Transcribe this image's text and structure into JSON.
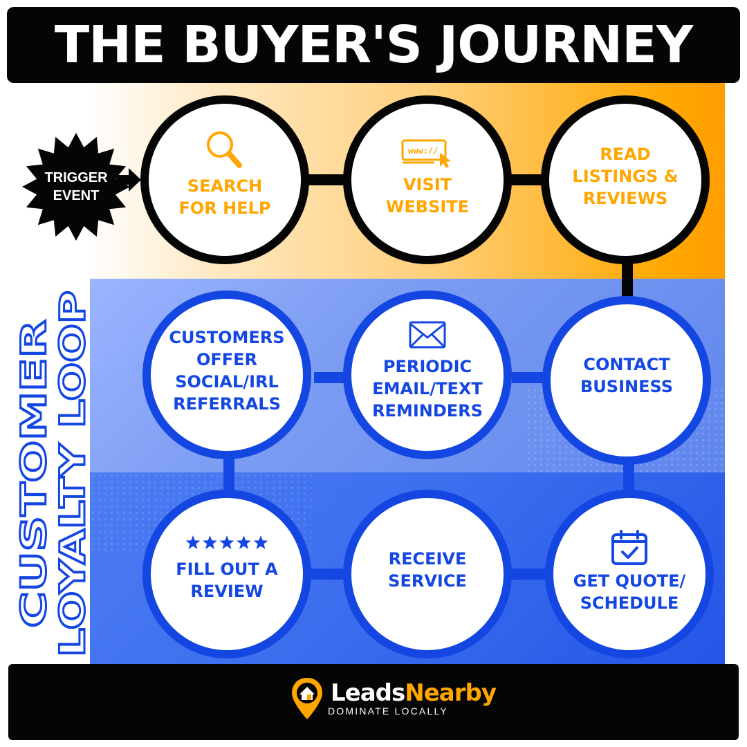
{
  "title": "THE BUYER'S JOURNEY",
  "trigger": "TRIGGER\nEVENT",
  "loop_title": [
    "CUSTOMER",
    "LOYALTY LOOP"
  ],
  "steps": {
    "search": {
      "label": "SEARCH\nFOR HELP",
      "icon": "magnifier-icon"
    },
    "visit": {
      "label": "VISIT\nWEBSITE",
      "icon": "browser-cursor-icon",
      "icon_text": "www://"
    },
    "read": {
      "label": "READ\nLISTINGS &\nREVIEWS"
    },
    "contact": {
      "label": "CONTACT\nBUSINESS"
    },
    "quote": {
      "label": "GET QUOTE/\nSCHEDULE",
      "icon": "calendar-check-icon"
    },
    "service": {
      "label": "RECEIVE\nSERVICE"
    },
    "review": {
      "label": "FILL OUT A\nREVIEW",
      "icon": "five-stars-icon",
      "stars": 5
    },
    "referrals": {
      "label": "CUSTOMERS\nOFFER\nSOCIAL/IRL\nREFERRALS"
    },
    "reminders": {
      "label": "PERIODIC\nEMAIL/TEXT\nREMINDERS",
      "icon": "envelope-icon"
    }
  },
  "brand": {
    "leads": "Leads",
    "nearby": "Nearby",
    "tagline": "DOMINATE LOCALLY",
    "icon": "location-pin-house-icon"
  },
  "colors": {
    "orange": "#ffa600",
    "blue": "#1446e2",
    "black": "#050505"
  }
}
